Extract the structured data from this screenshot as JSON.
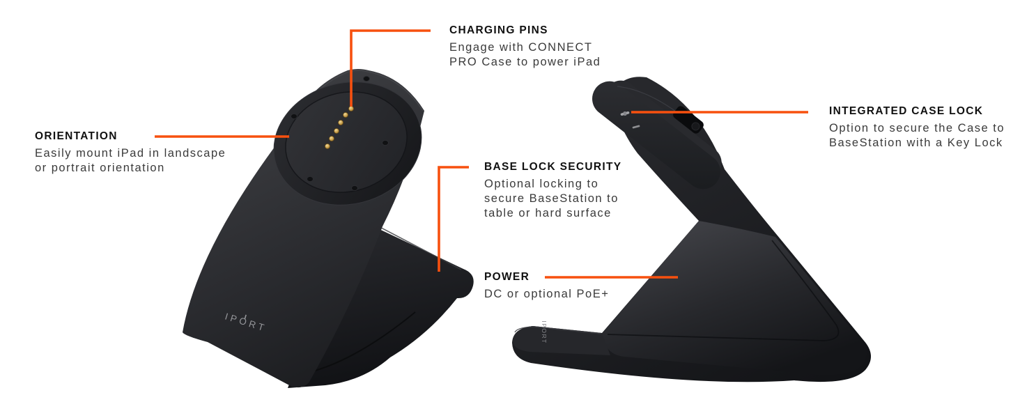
{
  "product": {
    "brand_logo": "IPORT"
  },
  "colors": {
    "accent_orange": "#F7500F",
    "heading_text": "#101010",
    "body_text": "#3A3A3A",
    "device_black": "#1C1D20",
    "pin_gold": "#C9A35C",
    "logo_gray": "#95969A"
  },
  "devices": {
    "front": {
      "logo": "IPORT"
    },
    "side": {
      "logo": "IPORT"
    }
  },
  "callouts": {
    "charging_pins": {
      "title": "CHARGING PINS",
      "lines": [
        "Engage with CONNECT",
        "PRO Case to power iPad"
      ]
    },
    "orientation": {
      "title": "ORIENTATION",
      "lines": [
        "Easily mount iPad in landscape",
        "or portrait orientation"
      ]
    },
    "base_lock": {
      "title": "BASE LOCK SECURITY",
      "lines": [
        "Optional locking to",
        "secure BaseStation to",
        "table or hard surface"
      ]
    },
    "power": {
      "title": "POWER",
      "lines": [
        "DC or optional PoE+"
      ]
    },
    "case_lock": {
      "title": "INTEGRATED CASE LOCK",
      "lines": [
        "Option to secure the Case to",
        "BaseStation with a Key Lock"
      ]
    }
  }
}
